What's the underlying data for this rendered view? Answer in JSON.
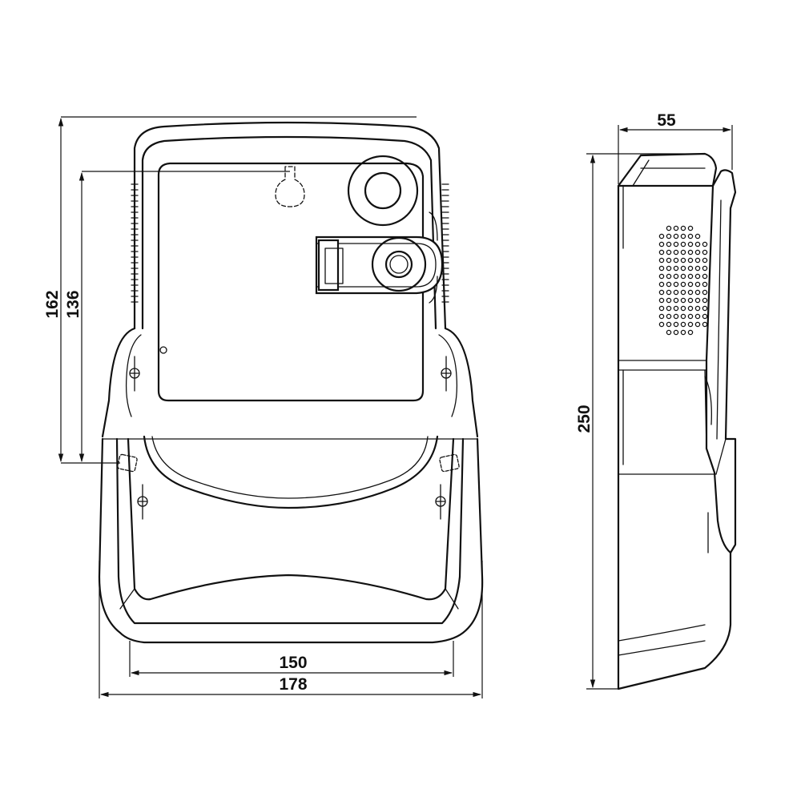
{
  "dimensions": {
    "front_height_outer": "162",
    "front_height_inner": "136",
    "front_width_inner": "150",
    "front_width_outer": "178",
    "side_depth": "55",
    "side_height": "250"
  },
  "colors": {
    "line": "#111111",
    "background": "#ffffff"
  }
}
